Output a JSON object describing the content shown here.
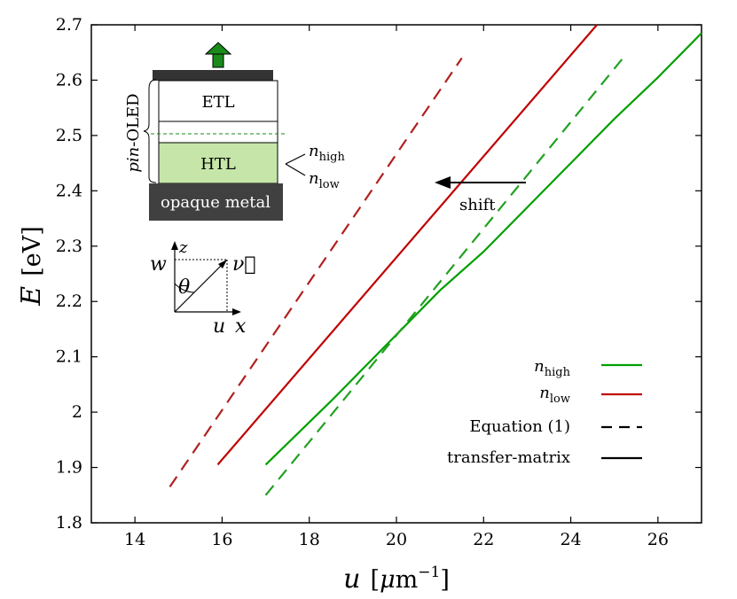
{
  "chart_data": {
    "type": "line",
    "xlabel": {
      "var": "u",
      "unit_pre": "[",
      "unit_mu": "μ",
      "unit_m": "m",
      "unit_exp": "−1",
      "unit_post": "]"
    },
    "ylabel": {
      "var": "E",
      "unit": "[eV]"
    },
    "xlim": [
      13,
      27
    ],
    "ylim": [
      1.8,
      2.7
    ],
    "x_ticks": [
      14,
      16,
      18,
      20,
      22,
      24,
      26
    ],
    "y_ticks": [
      1.8,
      1.9,
      2.0,
      2.1,
      2.2,
      2.3,
      2.4,
      2.5,
      2.6,
      2.7
    ],
    "y_tick_labels": [
      "1.8",
      "1.9",
      "2",
      "2.1",
      "2.2",
      "2.3",
      "2.4",
      "2.5",
      "2.6",
      "2.7"
    ],
    "grid": false,
    "legend_position": "bottom-right",
    "colors": {
      "high": "#00a000",
      "low": "#c00000",
      "high_dashed": "#22a022",
      "low_dashed": "#b02020"
    },
    "series": [
      {
        "name": "n_high transfer-matrix",
        "color": "#00a000",
        "style": "solid",
        "x": [
          17.0,
          18.5,
          20.0,
          21.0,
          22.0,
          23.0,
          24.0,
          25.0,
          26.0,
          27.0
        ],
        "y": [
          1.905,
          2.02,
          2.14,
          2.22,
          2.29,
          2.37,
          2.45,
          2.53,
          2.605,
          2.685
        ]
      },
      {
        "name": "n_low transfer-matrix",
        "color": "#c00000",
        "style": "solid",
        "x": [
          15.9,
          24.6
        ],
        "y": [
          1.905,
          2.7
        ]
      },
      {
        "name": "n_high Equation (1)",
        "color": "#22a022",
        "style": "dashed",
        "x": [
          17.0,
          25.2
        ],
        "y": [
          1.85,
          2.64
        ]
      },
      {
        "name": "n_low Equation (1)",
        "color": "#b02020",
        "style": "dashed",
        "x": [
          14.8,
          21.5
        ],
        "y": [
          1.865,
          2.64
        ]
      }
    ],
    "legend": [
      {
        "var": "n",
        "sub": "high",
        "color": "#00a000",
        "style": "solid"
      },
      {
        "var": "n",
        "sub": "low",
        "color": "#c00000",
        "style": "solid"
      },
      {
        "label": "Equation (1)",
        "color": "#000000",
        "style": "dashed"
      },
      {
        "label": "transfer-matrix",
        "color": "#000000",
        "style": "solid"
      }
    ],
    "annotations": {
      "shift": "shift",
      "inset": {
        "etl": "ETL",
        "htl": "HTL",
        "metal": "opaque metal",
        "device_pre": "pin",
        "device_post": "-OLED",
        "n_high_var": "n",
        "n_high_sub": "high",
        "n_low_var": "n",
        "n_low_sub": "low",
        "axis_z": "z",
        "axis_w": "w",
        "axis_theta": "θ",
        "axis_nu": "ν⃗",
        "axis_u": "u",
        "axis_x": "x",
        "etl_color": "#ffffff",
        "htl_color": "#c5e6a8",
        "metal_color": "#404040",
        "arrow_color": "#1a8a1a"
      }
    }
  }
}
